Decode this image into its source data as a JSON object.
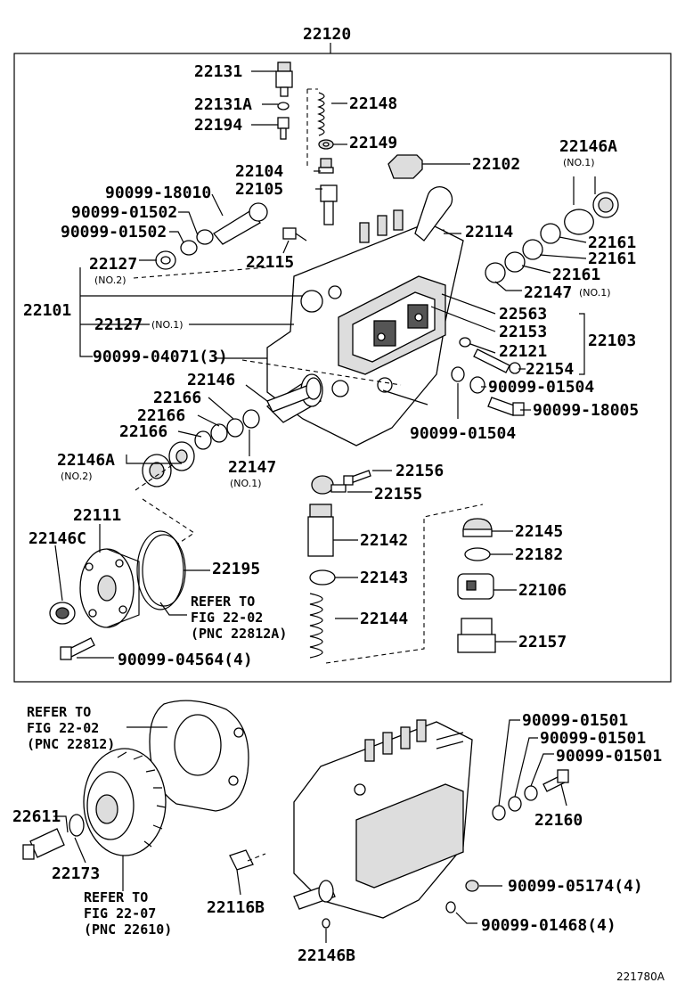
{
  "diagram": {
    "frame_top_label": "22120",
    "image_code": "221780A",
    "labels": {
      "p22131": "22131",
      "p22131A": "22131A",
      "p22194": "22194",
      "p22148": "22148",
      "p22149": "22149",
      "p22146A_1": "22146A",
      "p22146A_1_note": "(NO.1)",
      "p22104": "22104",
      "p22102": "22102",
      "p22105": "22105",
      "p90099_18010": "90099-18010",
      "p90099_01502a": "90099-01502",
      "p90099_01502b": "90099-01502",
      "p22114": "22114",
      "p22161a": "22161",
      "p22161b": "22161",
      "p22161c": "22161",
      "p22127_2": "22127",
      "p22127_2_note": "(NO.2)",
      "p22115": "22115",
      "p22147_1": "22147",
      "p22147_1_note": "(NO.1)",
      "p22101": "22101",
      "p22127_1": "22127",
      "p22127_1_note": "(NO.1)",
      "p22563": "22563",
      "p22153": "22153",
      "p22103": "22103",
      "p22121": "22121",
      "p90099_04071": "90099-04071(3)",
      "p22154": "22154",
      "p22146": "22146",
      "p90099_01504a": "90099-01504",
      "p90099_18005": "90099-18005",
      "p22166a": "22166",
      "p22166b": "22166",
      "p22166c": "22166",
      "p90099_01504b": "90099-01504",
      "p22146A_2": "22146A",
      "p22146A_2_note": "(NO.2)",
      "p22147_2": "22147",
      "p22147_2_note": "(NO.1)",
      "p22156": "22156",
      "p22155": "22155",
      "p22111": "22111",
      "p22146C": "22146C",
      "p22142": "22142",
      "p22145": "22145",
      "p22182": "22182",
      "p22195": "22195",
      "p22143": "22143",
      "p22106": "22106",
      "ref1_l1": "REFER TO",
      "ref1_l2": "FIG 22-02",
      "ref1_l3": "(PNC 22812A)",
      "p22144": "22144",
      "p22157": "22157",
      "p90099_04564": "90099-04564(4)",
      "ref2_l1": "REFER TO",
      "ref2_l2": "FIG 22-02",
      "ref2_l3": "(PNC 22812)",
      "p90099_01501a": "90099-01501",
      "p90099_01501b": "90099-01501",
      "p90099_01501c": "90099-01501",
      "p22611": "22611",
      "p22160": "22160",
      "p22173": "22173",
      "ref3_l1": "REFER TO",
      "ref3_l2": "FIG 22-07",
      "ref3_l3": "(PNC 22610)",
      "p90099_05174": "90099-05174(4)",
      "p22116B": "22116B",
      "p90099_01468": "90099-01468(4)",
      "p22146B": "22146B"
    }
  }
}
